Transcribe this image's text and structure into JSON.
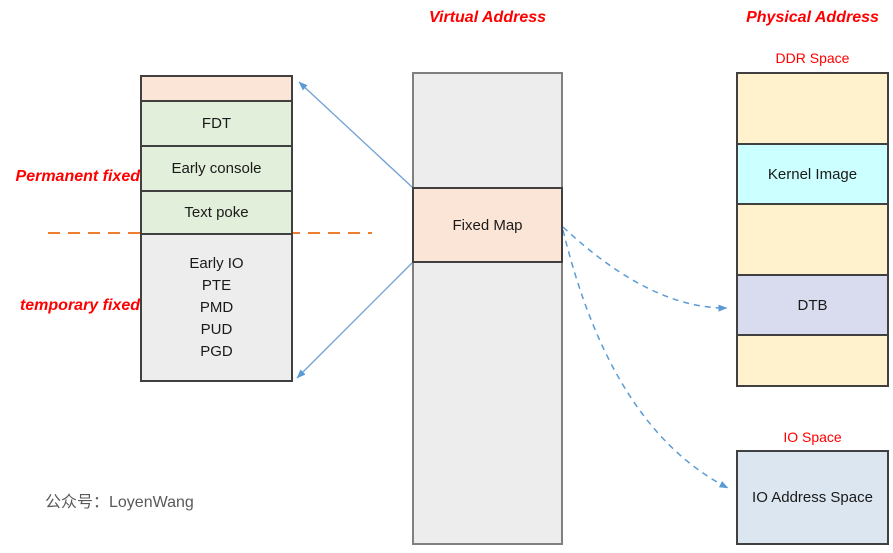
{
  "diagram": {
    "titles": {
      "virtual": "Virtual Address",
      "physical": "Physical Address"
    },
    "left": {
      "permanent_label": "Permanent fixed",
      "temporary_label": "temporary fixed",
      "segments": {
        "top": "",
        "fdt": "FDT",
        "early_console": "Early console",
        "text_poke": "Text poke",
        "temp_lines": [
          "Early IO",
          "PTE",
          "PMD",
          "PUD",
          "PGD"
        ]
      }
    },
    "virtual_column": {
      "fixed_map": "Fixed Map"
    },
    "physical_column": {
      "ddr_label": "DDR Space",
      "kernel_image": "Kernel Image",
      "dtb": "DTB",
      "io_label": "IO Space",
      "io_box": "IO Address Space"
    },
    "watermark": "公众号：LoyenWang"
  },
  "colors": {
    "red": "#FF0000",
    "peach": "#FBE5D6",
    "green": "#E2EFDA",
    "gray-box": "#EDEDED",
    "cream": "#FFF2CC",
    "cyan": "#CCFFFF",
    "lavender": "#D9DCEE",
    "light-blue": "#DCE6F1",
    "arrow-solid": "#6FA0D6",
    "arrow-dashed": "#5B9BD5",
    "orange-dash": "#ED7D31",
    "border-dark": "#404040",
    "border-gray": "#808080",
    "watermark-gray": "#595959"
  }
}
